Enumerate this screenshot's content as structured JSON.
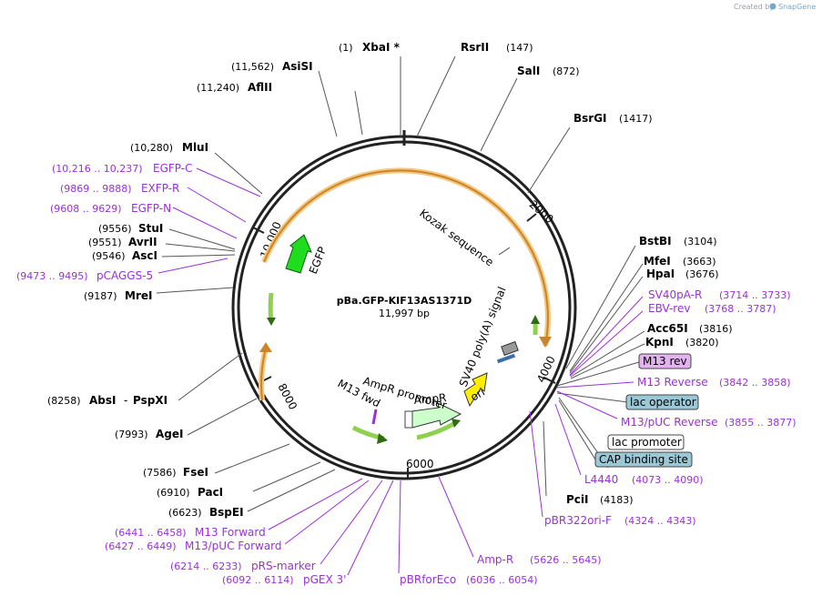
{
  "credit": {
    "prefix": "Created by",
    "brand": "SnapGene"
  },
  "plasmid": {
    "name": "pBa.GFP-KIF13AS1371D",
    "size": "11,997 bp"
  },
  "ticks": [
    "2000",
    "4000",
    "6000",
    "8000",
    "10,000"
  ],
  "features": {
    "egfp": "EGFP",
    "kozak": "Kozak sequence",
    "sv40": "SV40 poly(A) signal",
    "ampr_promoter": "AmpR promoter",
    "ampr": "AmpR",
    "ori": "ori",
    "m13fwd": "M13 fwd"
  },
  "sites": {
    "xbai": {
      "pos": "(1)",
      "name": "XbaI *"
    },
    "rsrii": {
      "pos": "(147)",
      "name": "RsrII"
    },
    "sali": {
      "pos": "(872)",
      "name": "SalI"
    },
    "bsrgi": {
      "pos": "(1417)",
      "name": "BsrGI"
    },
    "bstbi": {
      "pos": "(3104)",
      "name": "BstBI"
    },
    "mfei": {
      "pos": "(3663)",
      "name": "MfeI"
    },
    "hpai": {
      "pos": "(3676)",
      "name": "HpaI"
    },
    "acc65i": {
      "pos": "(3816)",
      "name": "Acc65I"
    },
    "kpni": {
      "pos": "(3820)",
      "name": "KpnI"
    },
    "pcii": {
      "pos": "(4183)",
      "name": "PciI"
    },
    "asisi": {
      "pos": "(11,562)",
      "name": "AsiSI"
    },
    "aflii": {
      "pos": "(11,240)",
      "name": "AflII"
    },
    "mlui": {
      "pos": "(10,280)",
      "name": "MluI"
    },
    "stui": {
      "pos": "(9556)",
      "name": "StuI"
    },
    "avrii": {
      "pos": "(9551)",
      "name": "AvrII"
    },
    "asci": {
      "pos": "(9546)",
      "name": "AscI"
    },
    "mrei": {
      "pos": "(9187)",
      "name": "MreI"
    },
    "absi": {
      "pos": "(8258)",
      "name": "AbsI",
      "sep": "-",
      "name2": "PspXI"
    },
    "agei": {
      "pos": "(7993)",
      "name": "AgeI"
    },
    "fsei": {
      "pos": "(7586)",
      "name": "FseI"
    },
    "paci": {
      "pos": "(6910)",
      "name": "PacI"
    },
    "bspei": {
      "pos": "(6623)",
      "name": "BspEI"
    }
  },
  "primers": {
    "sv40pa_r": {
      "name": "SV40pA-R",
      "range": "(3714 .. 3733)"
    },
    "ebv_rev": {
      "name": "EBV-rev",
      "range": "(3768 .. 3787)"
    },
    "m13_reverse": {
      "name": "M13 Reverse",
      "range": "(3842 .. 3858)"
    },
    "m13puc_reverse": {
      "name": "M13/pUC Reverse",
      "range": "(3855 .. 3877)"
    },
    "l4440": {
      "name": "L4440",
      "range": "(4073 .. 4090)"
    },
    "pbr322ori_f": {
      "name": "pBR322ori-F",
      "range": "(4324 .. 4343)"
    },
    "amp_r": {
      "name": "Amp-R",
      "range": "(5626 .. 5645)"
    },
    "pbrforeco": {
      "name": "pBRforEco",
      "range": "(6036 .. 6054)"
    },
    "pgex3": {
      "name": "pGEX 3'",
      "range": "(6092 .. 6114)"
    },
    "prs_marker": {
      "name": "pRS-marker",
      "range": "(6214 .. 6233)"
    },
    "m13puc_forward": {
      "name": "M13/pUC Forward",
      "range": "(6427 .. 6449)"
    },
    "m13_forward": {
      "name": "M13 Forward",
      "range": "(6441 .. 6458)"
    },
    "pcaggs5": {
      "name": "pCAGGS-5",
      "range": "(9473 .. 9495)"
    },
    "egfp_n": {
      "name": "EGFP-N",
      "range": "(9608 .. 9629)"
    },
    "exfp_r": {
      "name": "EXFP-R",
      "range": "(9869 .. 9888)"
    },
    "egfp_c": {
      "name": "EGFP-C",
      "range": "(10,216 .. 10,237)"
    }
  },
  "boxed": {
    "m13rev": "M13 rev",
    "lacop": "lac operator",
    "lacpro": "lac promoter",
    "cap": "CAP binding site"
  },
  "colors": {
    "primer": "#9b30d9",
    "orf_outline": "#f5c77e",
    "orf_fill": "#c9852a",
    "egfp": "#1fdc1f",
    "ori": "#ffee00",
    "ampr": "#ccffcc",
    "boxed_blue": "#9bc8d6",
    "boxed_violet": "#e3b3f0"
  }
}
